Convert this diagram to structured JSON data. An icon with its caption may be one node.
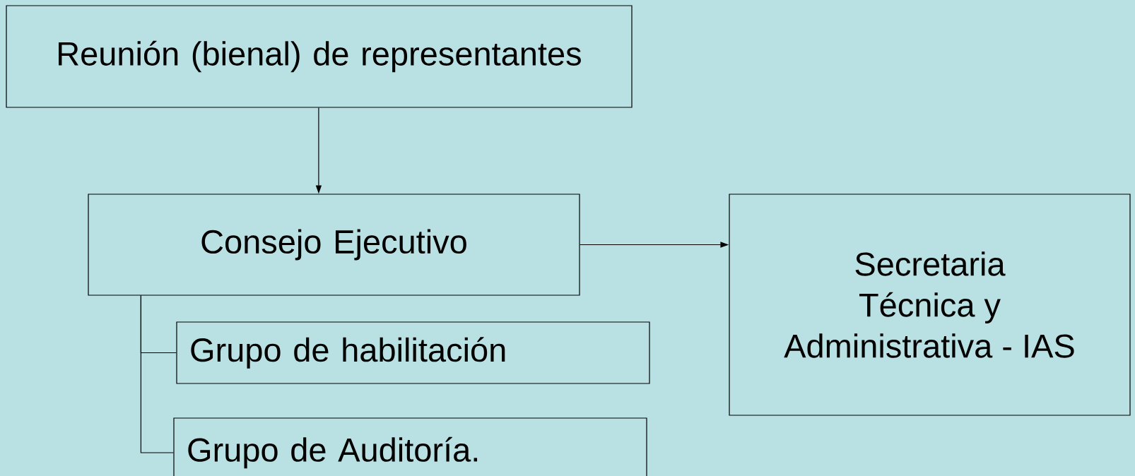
{
  "diagram": {
    "nodes": [
      {
        "text": [
          "Reunión (bienal) de representantes"
        ]
      },
      {
        "text": [
          "Consejo Ejecutivo"
        ]
      },
      {
        "text": [
          "Secretaria Técnica y Administrativa - IAS"
        ]
      },
      {
        "text": [
          "Grupo de habilitación"
        ]
      },
      {
        "text": [
          "Grupo de Auditoría."
        ]
      }
    ],
    "edges": [
      {
        "from": 0,
        "to": 1,
        "arrow": "to"
      },
      {
        "from": 1,
        "to": 2,
        "arrow": "to"
      },
      {
        "from": 1,
        "to": 3,
        "arrow": "none"
      },
      {
        "from": 1,
        "to": 4,
        "arrow": "none"
      }
    ]
  }
}
